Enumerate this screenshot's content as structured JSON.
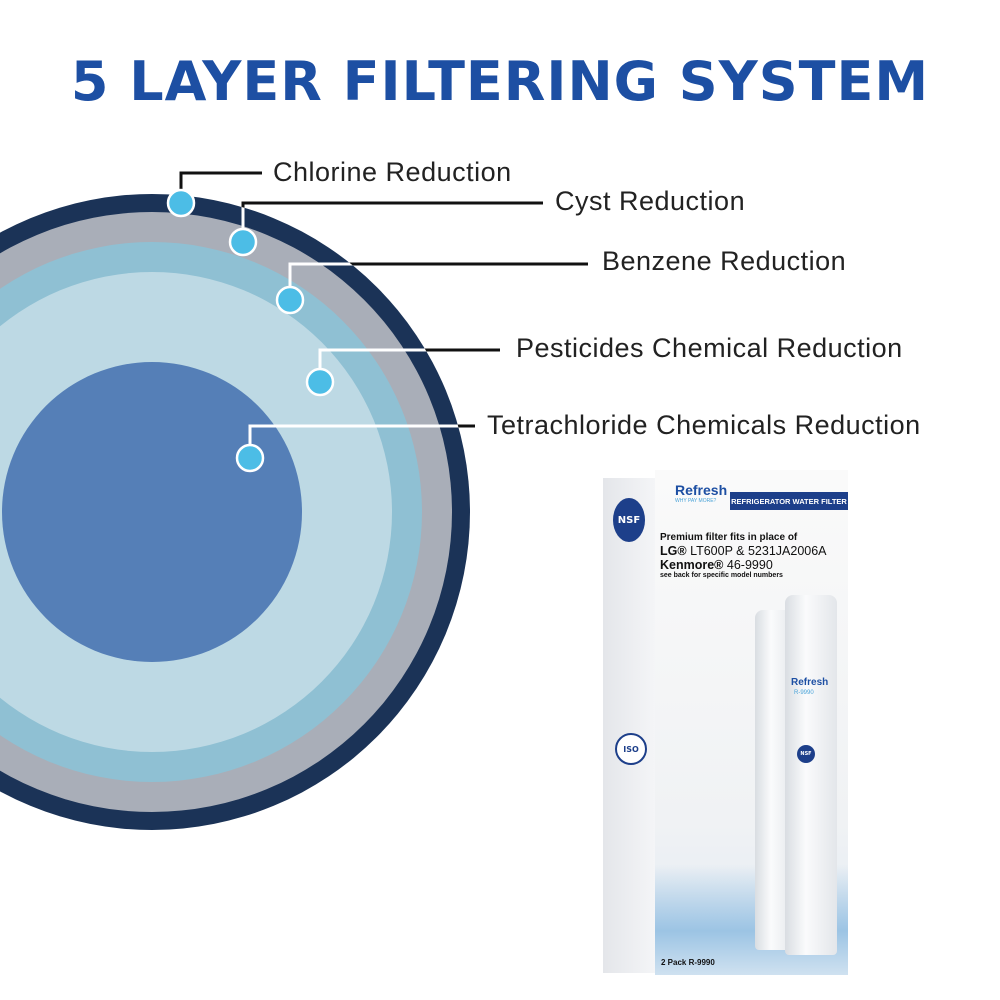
{
  "title": "5 LAYER FILTERING SYSTEM",
  "layers": [
    {
      "label": "Chlorine Reduction",
      "color": "#1b3357"
    },
    {
      "label": "Cyst Reduction",
      "color": "#a9aeb8"
    },
    {
      "label": "Benzene Reduction",
      "color": "#8fc0d3"
    },
    {
      "label": "Pesticides Chemical Reduction",
      "color": "#bdd9e4"
    },
    {
      "label": "Tetrachloride Chemicals Reduction",
      "color": "#557fb7"
    }
  ],
  "marker_color": "#4cbde6",
  "title_color": "#1d4fa3",
  "product": {
    "brand": "Refresh",
    "tagline": "WHY PAY MORE?",
    "banner": "REFRIGERATOR WATER FILTER",
    "badge": "NSF",
    "fits_line": "Premium filter fits in place of",
    "lg_brand": "LG®",
    "lg_models": "LT600P & 5231JA2006A",
    "kenmore_brand": "Kenmore®",
    "kenmore_model": "46-9990",
    "see_back": "see back for specific model numbers",
    "pack": "2 Pack R-9990",
    "cartridge_model": "R-9990",
    "iso_badge": "ISO"
  }
}
